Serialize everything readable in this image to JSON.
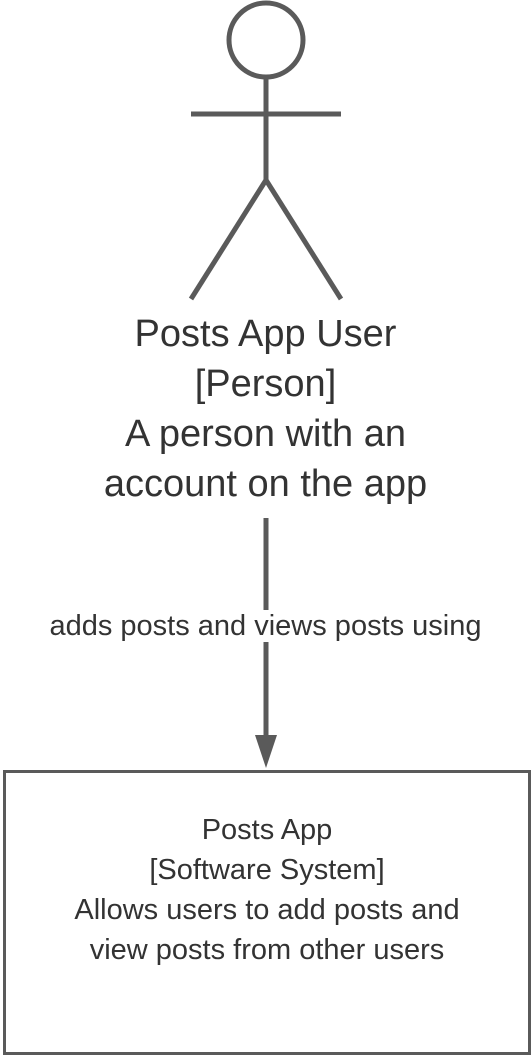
{
  "colors": {
    "stroke": "#5a5a5a",
    "text": "#333333",
    "background": "#ffffff"
  },
  "person": {
    "icon": "stick-figure-person-icon",
    "name": "Posts App User",
    "type": "[Person]",
    "description_line1": "A person with an",
    "description_line2": "account on the app"
  },
  "relationship": {
    "label": "adds posts and views posts using"
  },
  "system": {
    "name": "Posts App",
    "type": "[Software System]",
    "description_line1": "Allows users to add posts and",
    "description_line2": "view posts from other users"
  }
}
